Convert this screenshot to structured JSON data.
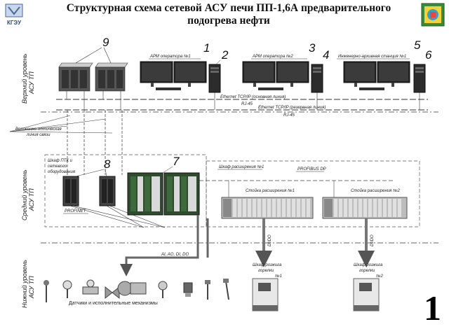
{
  "header": {
    "title_line1": "Структурная схема сетевой АСУ печи ПП-1,6А предварительного",
    "title_line2": "подогрева нефти",
    "logo_left_text": "КГЭУ"
  },
  "levels": {
    "top": [
      "Верхний уровень",
      "АСУ ТП"
    ],
    "middle": [
      "Средний уровень",
      "АСУ ТП"
    ],
    "bottom": [
      "Нижний уровень",
      "АСУ ТП"
    ]
  },
  "workstations": [
    {
      "label": "АРМ оператора №1",
      "monitor_num": "1",
      "pc_num": "2"
    },
    {
      "label": "АРМ оператора №2",
      "monitor_num": "3",
      "pc_num": "4"
    },
    {
      "label": "Инженерно-архивная станция №1",
      "monitor_num": "5",
      "pc_num": "6"
    }
  ],
  "switch_num_top": "9",
  "switch_num_mid": "8",
  "plc_num": "7",
  "network_lines": {
    "line1": "Ethernet TCP/IP (основная линия)",
    "line1_sub": "RJ-45",
    "line2": "Ethernet TCP/IP (резервная линия)",
    "line2_sub": "RJ-45"
  },
  "fiber_label": [
    "Волоконно-оптическая",
    "линия связи"
  ],
  "ptk_cabinet": [
    "Шкаф ПТК и",
    "сетевого",
    "оборудования"
  ],
  "profinet": "PROFINET",
  "expansion": {
    "cabinet": "Шкаф расширения №1",
    "bus": "PROFIBUS DP",
    "rack1": "Стойка расширения №1",
    "rack2": "Стойка расширения №2"
  },
  "signals": "AI, AO, DI, DO",
  "cables": [
    "DI/DO",
    "DI/DO"
  ],
  "burners": [
    [
      "Шкаф розжига",
      "горелки",
      "№1"
    ],
    [
      "Шкаф розжига",
      "горелки",
      "№2"
    ]
  ],
  "sensors_caption": "Датчики и исполнительные механизмы",
  "page_number": "1"
}
